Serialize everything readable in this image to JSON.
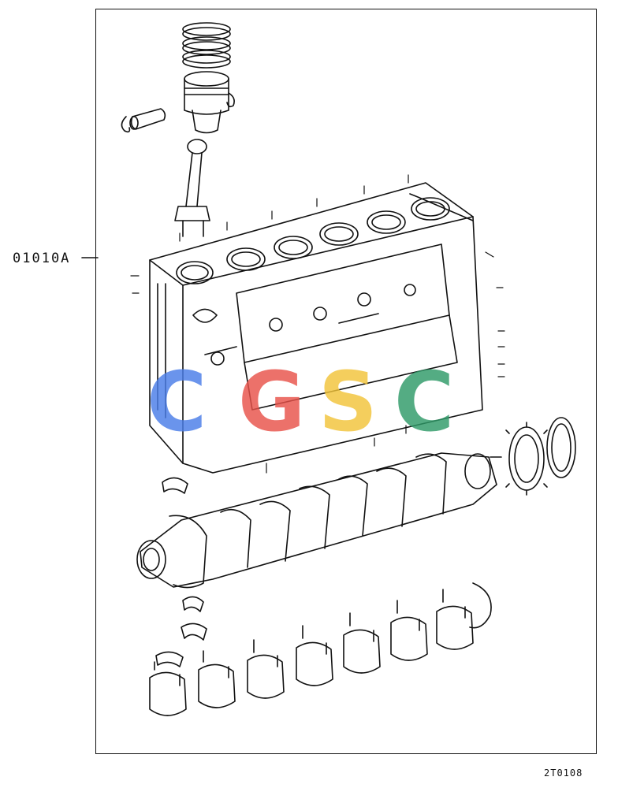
{
  "diagram": {
    "callout_part_number": "01010A",
    "figure_number": "2T0108",
    "watermark": {
      "letters": [
        "C",
        "G",
        "S",
        "C"
      ],
      "colors": [
        "#4a7de8",
        "#e8524a",
        "#f2c43a",
        "#2f9a68"
      ]
    }
  }
}
